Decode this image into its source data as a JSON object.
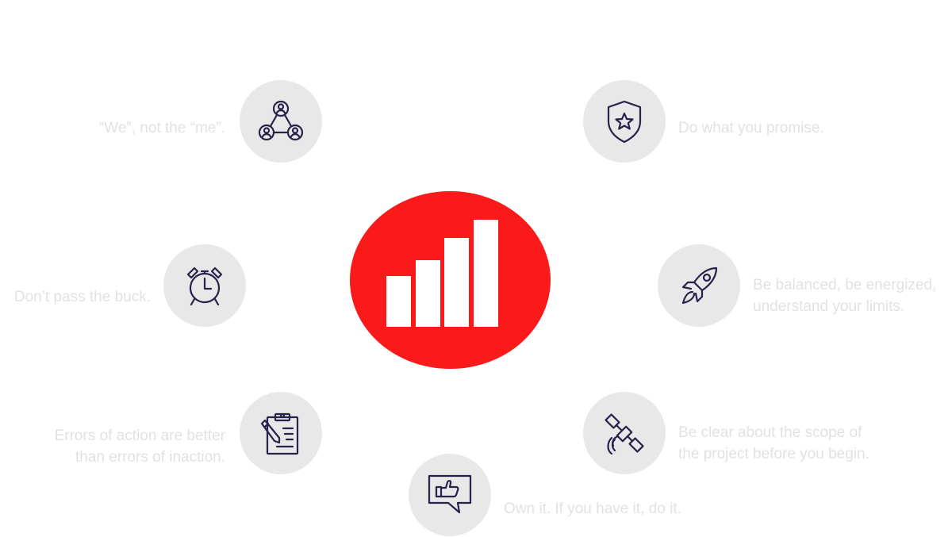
{
  "center": {
    "icon": "bar-chart-icon",
    "color": "#fb1a1a"
  },
  "colors": {
    "icon_stroke": "#26234a",
    "circle_bg": "#e8e8e8",
    "text": "#e2e2e2"
  },
  "values": [
    {
      "icon": "team-network-icon",
      "lines": [
        "“We”, not the “me”."
      ]
    },
    {
      "icon": "shield-star-icon",
      "lines": [
        "Do what you promise."
      ]
    },
    {
      "icon": "alarm-clock-icon",
      "lines": [
        "Don’t pass the buck."
      ]
    },
    {
      "icon": "rocket-icon",
      "lines": [
        "Be balanced, be energized,",
        "understand your limits."
      ]
    },
    {
      "icon": "clipboard-pencil-icon",
      "lines": [
        "Errors of action are better",
        "than errors of inaction."
      ]
    },
    {
      "icon": "satellite-icon",
      "lines": [
        "Be clear about the scope of",
        "the project before you begin."
      ]
    },
    {
      "icon": "thumbs-up-message-icon",
      "lines": [
        "Own it. If you have it, do it."
      ]
    }
  ]
}
